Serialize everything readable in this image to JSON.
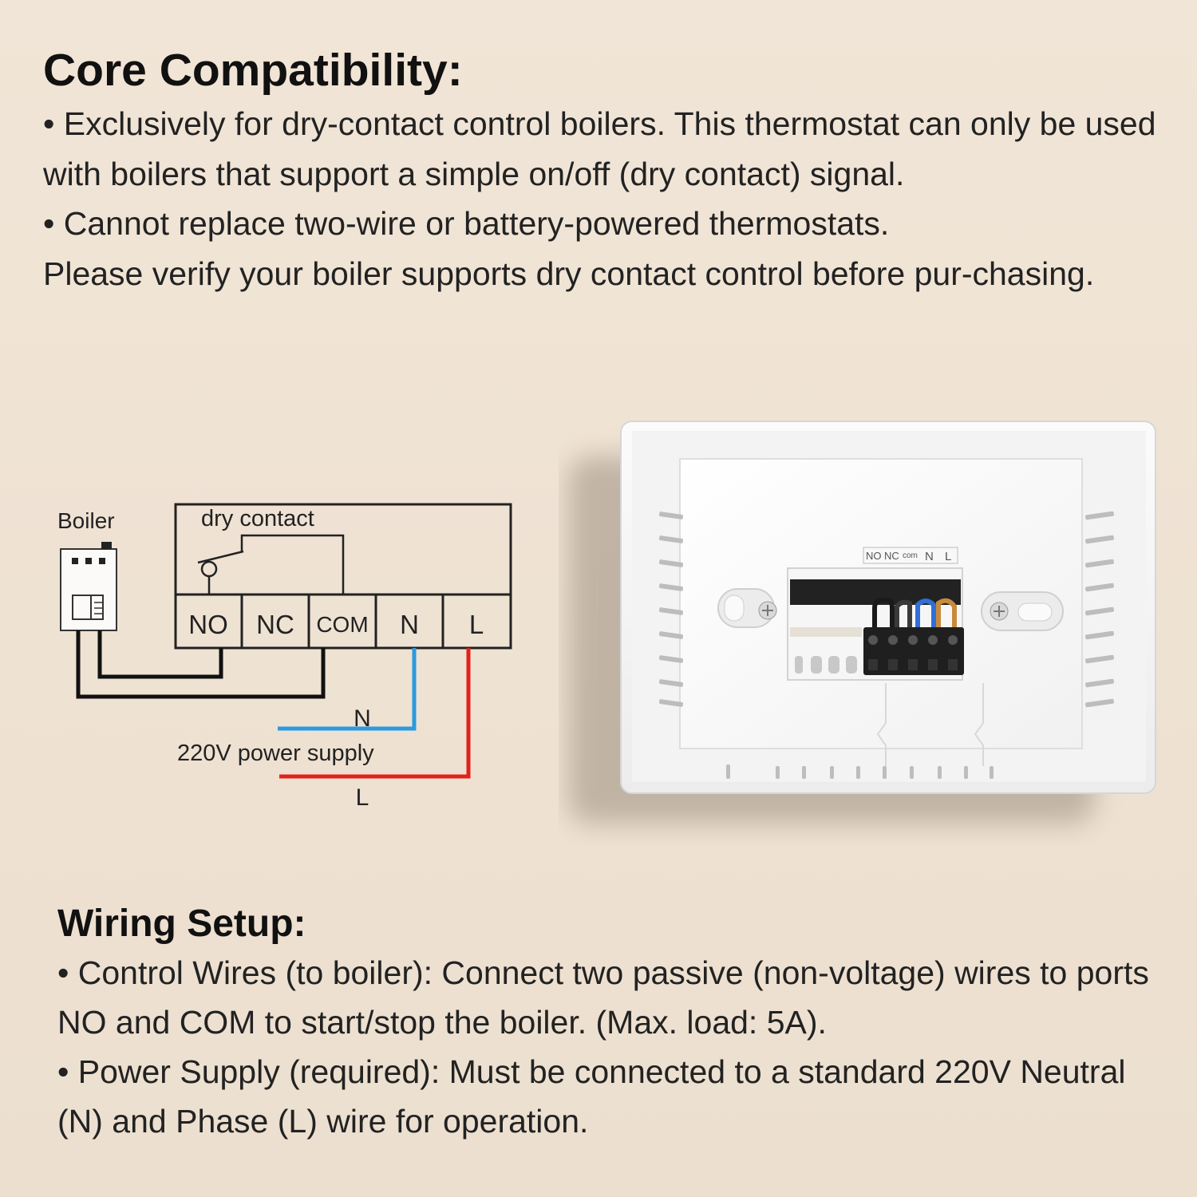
{
  "compatibility": {
    "title": "Core Compatibility:",
    "bullet1": "• Exclusively for dry-contact control boilers. This thermostat can only be used with boilers that support a simple on/off (dry contact) signal.",
    "bullet2": "• Cannot replace two-wire or battery-powered thermostats.",
    "note": "Please verify your boiler supports dry contact control before pur-chasing."
  },
  "diagram": {
    "boiler_label": "Boiler",
    "dry_contact_label": "dry contact",
    "terminals": [
      "NO",
      "NC",
      "COM",
      "N",
      "L"
    ],
    "neutral_label": "N",
    "live_label": "L",
    "supply_label": "220V power supply",
    "colors": {
      "neutral": "#2b9ae0",
      "live": "#e3211c",
      "wire": "#111111"
    }
  },
  "product": {
    "terminal_strip_labels": [
      "NO",
      "NC",
      "com",
      "N",
      "L"
    ]
  },
  "wiring": {
    "title": "Wiring Setup:",
    "bullet1": "• Control Wires (to boiler): Connect two passive (non-voltage) wires to ports NO and COM to start/stop the boiler. (Max. load: 5A).",
    "bullet2": "• Power Supply (required): Must be connected to a standard 220V Neutral (N) and Phase (L) wire for operation."
  }
}
